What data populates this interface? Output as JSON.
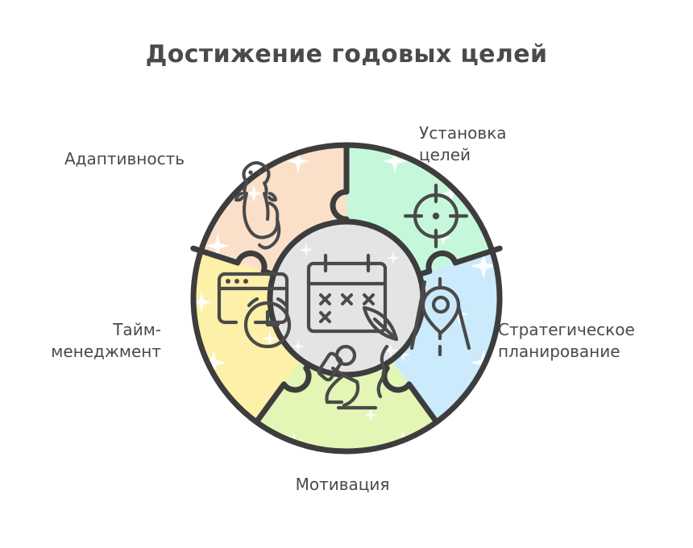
{
  "page": {
    "title": "Достижение годовых целей",
    "background_color": "#ffffff",
    "outline_color": "#3d3d3d",
    "text_color": "#4a4a4a"
  },
  "diagram": {
    "type": "puzzle-donut",
    "center": {
      "label": "",
      "fill": "#e4e4e4",
      "icon": "calendar-check-pen-icon"
    },
    "segments": [
      {
        "id": "goal-setting",
        "label": "Установка\nцелей",
        "fill": "#c5f8db",
        "icon": "target-crosshair-icon",
        "position": "top-right"
      },
      {
        "id": "strategic-planning",
        "label": "Стратегическое\nпланирование",
        "fill": "#cbeafb",
        "icon": "road-map-pin-icon",
        "position": "right"
      },
      {
        "id": "motivation",
        "label": "Мотивация",
        "fill": "#e3f6b5",
        "icon": "running-person-icon",
        "position": "bottom"
      },
      {
        "id": "time-management",
        "label": "Тайм-\nменеджмент",
        "fill": "#fdf0a8",
        "icon": "browser-clock-icon",
        "position": "left"
      },
      {
        "id": "adaptability",
        "label": "Адаптивность",
        "fill": "#fadfc9",
        "icon": "chameleon-icon",
        "position": "top-left"
      }
    ]
  }
}
